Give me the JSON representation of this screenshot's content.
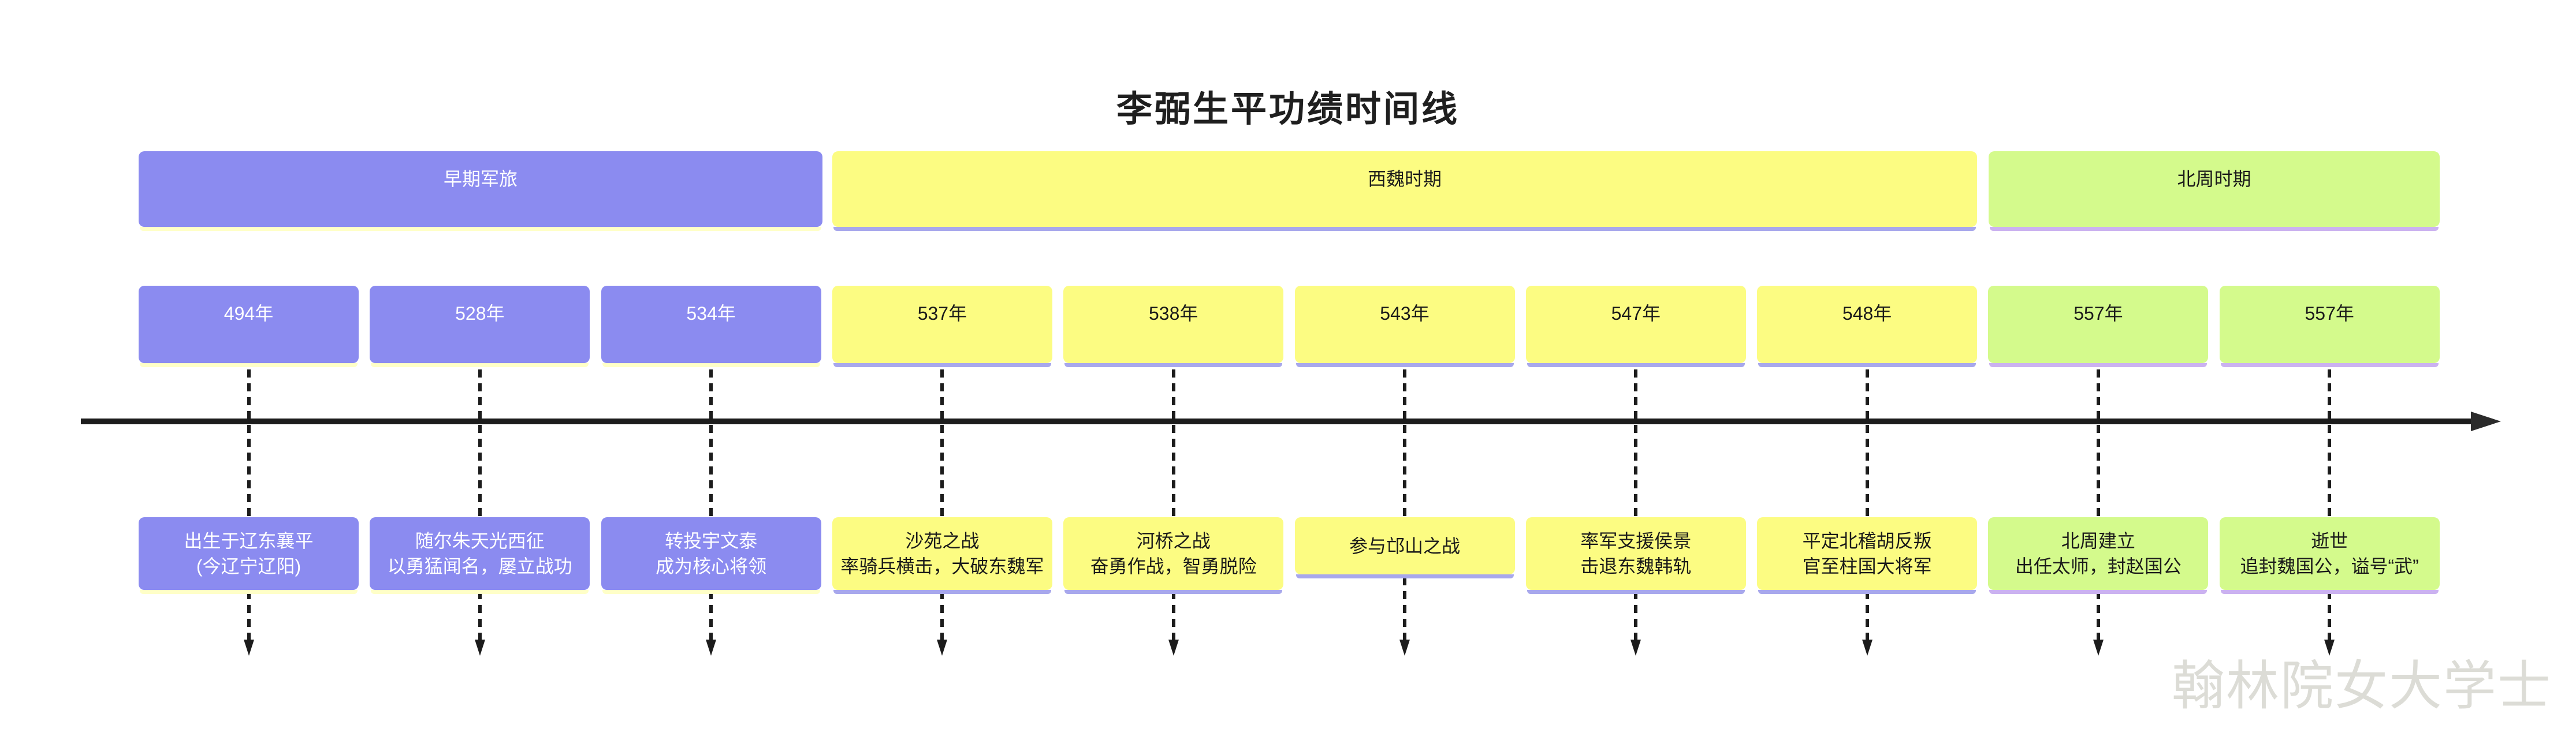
{
  "title": "李弼生平功绩时间线",
  "watermark": "翰林院女大学士",
  "colors": {
    "purple_box": "#8b8bf0",
    "purple_box_shadow": "#ffffc8",
    "yellow_box": "#fcfc82",
    "yellow_box_shadow": "#a8a8ec",
    "green_box": "#d4fa8c",
    "green_box_shadow": "#cbb2f0",
    "axis": "#1c1c1c",
    "title_text": "#1f1f1f",
    "watermark_text": "#dcdcd6"
  },
  "periods": [
    {
      "label": "早期军旅",
      "theme": "purple"
    },
    {
      "label": "西魏时期",
      "theme": "yellow"
    },
    {
      "label": "北周时期",
      "theme": "green"
    }
  ],
  "events": [
    {
      "year": "494年",
      "theme": "purple",
      "desc_lines": [
        "出生于辽东襄平",
        "(今辽宁辽阳)"
      ]
    },
    {
      "year": "528年",
      "theme": "purple",
      "desc_lines": [
        "随尔朱天光西征",
        "以勇猛闻名，屡立战功"
      ]
    },
    {
      "year": "534年",
      "theme": "purple",
      "desc_lines": [
        "转投宇文泰",
        "成为核心将领"
      ]
    },
    {
      "year": "537年",
      "theme": "yellow",
      "desc_lines": [
        "沙苑之战",
        "率骑兵横击，大破东魏军"
      ]
    },
    {
      "year": "538年",
      "theme": "yellow",
      "desc_lines": [
        "河桥之战",
        "奋勇作战，智勇脱险"
      ]
    },
    {
      "year": "543年",
      "theme": "yellow",
      "desc_lines": [
        "参与邙山之战"
      ]
    },
    {
      "year": "547年",
      "theme": "yellow",
      "desc_lines": [
        "率军支援侯景",
        "击退东魏韩轨"
      ]
    },
    {
      "year": "548年",
      "theme": "yellow",
      "desc_lines": [
        "平定北稽胡反叛",
        "官至柱国大将军"
      ]
    },
    {
      "year": "557年",
      "theme": "green",
      "desc_lines": [
        "北周建立",
        "出任太师，封赵国公"
      ]
    },
    {
      "year": "557年",
      "theme": "green",
      "desc_lines": [
        "逝世",
        "追封魏国公，谥号“武”"
      ]
    }
  ]
}
